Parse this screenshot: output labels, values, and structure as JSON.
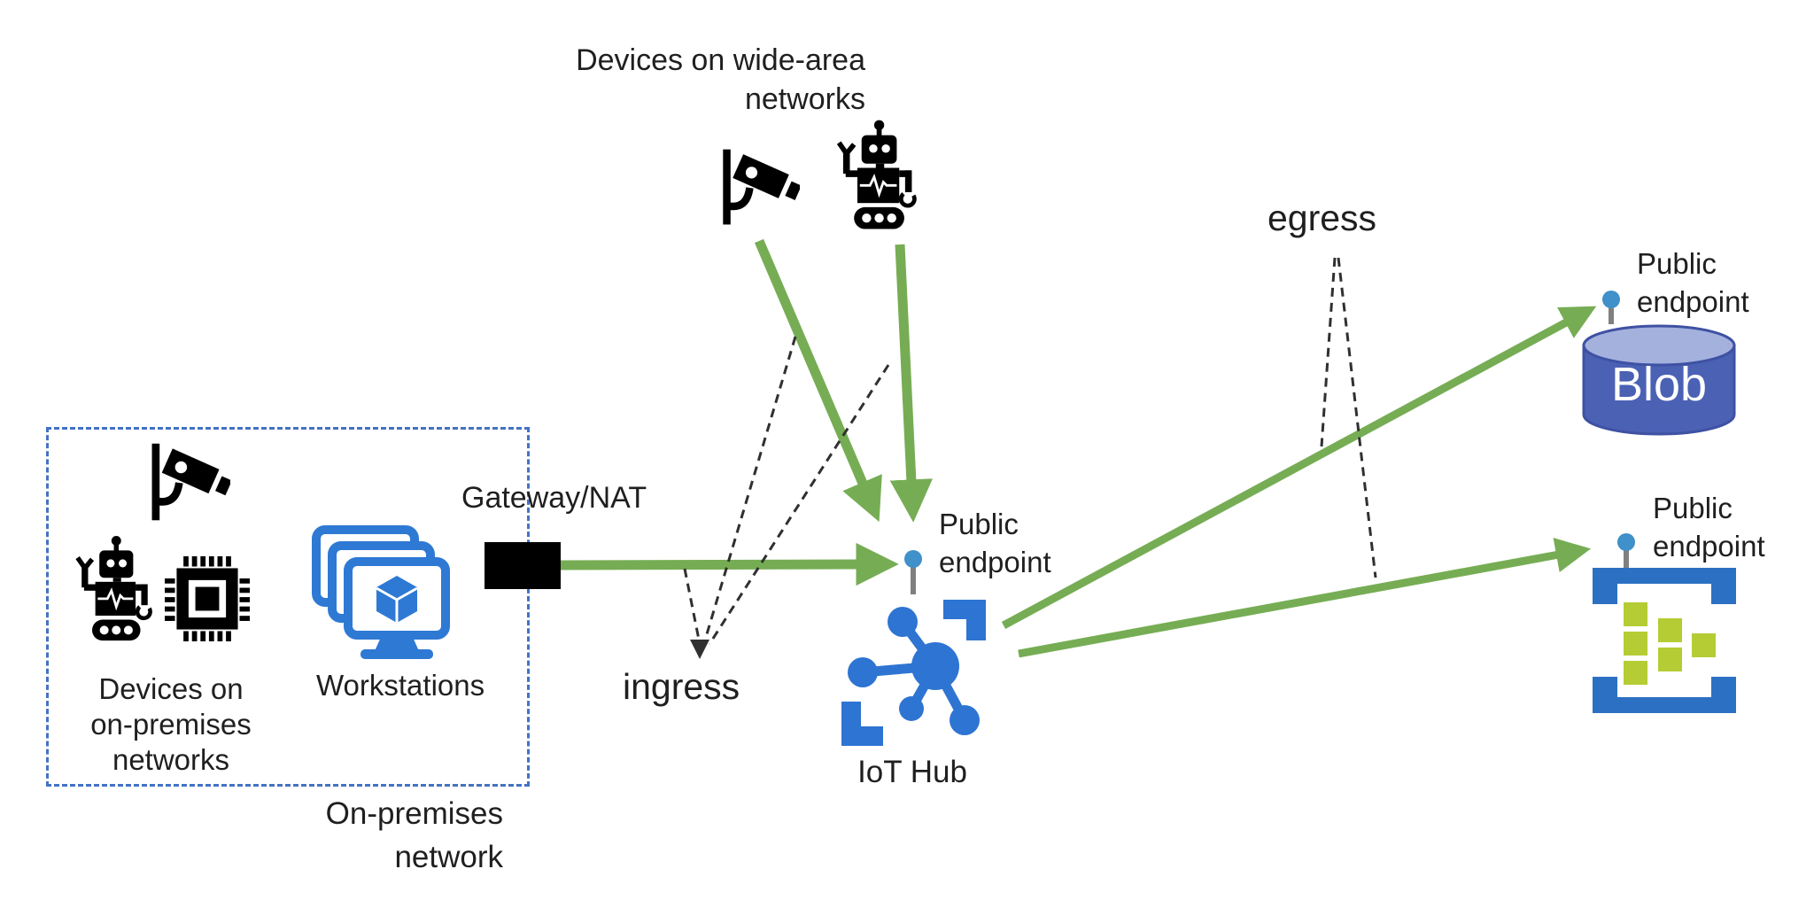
{
  "labels": {
    "wan_devices": {
      "line1": "Devices on wide-area",
      "line2": "networks"
    },
    "gateway": "Gateway/NAT",
    "ingress": "ingress",
    "egress": "egress",
    "public_endpoint": {
      "line1": "Public",
      "line2": "endpoint"
    },
    "iot_hub": "IoT Hub",
    "blob": "Blob",
    "workstations": "Workstations",
    "onprem_devices": {
      "line1": "Devices on",
      "line2": "on-premises",
      "line3": "networks"
    },
    "onprem_network": {
      "line1": "On-premises",
      "line2": "network"
    }
  },
  "icons": {
    "wan_camera": "cctv-camera-icon",
    "wan_robot": "robot-icon",
    "onprem_camera": "cctv-camera-icon",
    "onprem_robot": "robot-icon",
    "onprem_chip": "microchip-icon",
    "workstations": "workstations-icon",
    "gateway": "gateway-nat-box",
    "iot_hub": "iot-hub-icon",
    "blob": "blob-storage-cylinder-icon",
    "event_hubs": "event-hubs-icon",
    "endpoint_pin": "endpoint-pin-icon"
  },
  "colors": {
    "arrow_green": "#76ad54",
    "dashed_line": "#303030",
    "onprem_border": "#4472c4",
    "icon_black": "#000000",
    "workstation_blue": "#2e79d4",
    "iot_blue": "#2e74d2",
    "blob_body": "#4a61b4",
    "blob_top": "#a4b1dd",
    "blob_outline": "#3f51a3",
    "eventhub_blue": "#2c70c4",
    "eventhub_green": "#b5cc34",
    "pin_head": "#4090c9",
    "pin_stem": "#808080",
    "text": "#1f1f1f",
    "background": "#ffffff"
  }
}
